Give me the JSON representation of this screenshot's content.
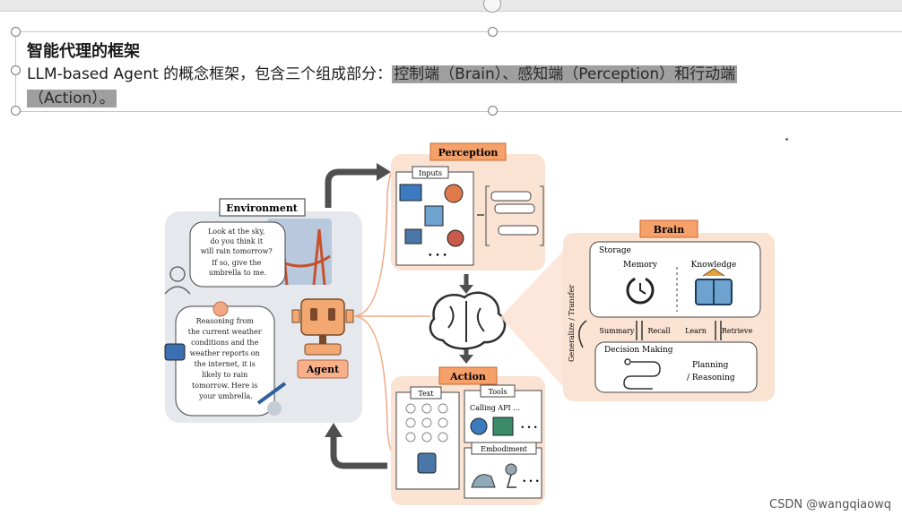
{
  "slide": {
    "title": "智能代理的框架",
    "line1_prefix": "LLM-based Agent 的概念框架，包含三个组成部分：",
    "line1_highlight": "控制端（Brain）、感知端（Perception）和行动端",
    "line2_highlight": "（Action）。"
  },
  "figure": {
    "environment_label": "Environment",
    "env_question": [
      "Look at the sky,",
      "do you think it",
      "will rain tomorrow?",
      "If so, give the",
      "umbrella to me."
    ],
    "env_answer": [
      "Reasoning from",
      "the current weather",
      "conditions and the",
      "weather reports on",
      "the internet, it is",
      "likely to rain",
      "tomorrow. Here is",
      "your umbrella."
    ],
    "agent_label": "Agent",
    "perception_label": "Perception",
    "inputs_label": "Inputs",
    "ellipsis": "• • •",
    "brain_label": "Brain",
    "storage_label": "Storage",
    "memory_label": "Memory",
    "knowledge_label": "Knowledge",
    "summary_label": "Summary",
    "recall_label": "Recall",
    "learn_label": "Learn",
    "retrieve_label": "Retrieve",
    "decision_label": "Decision Making",
    "planning_label": "Planning",
    "reasoning_label": "/ Reasoning",
    "generalize_label": "Generalize / Transfer",
    "action_label": "Action",
    "text_label": "Text",
    "tools_label": "Tools",
    "calling_api_label": "Calling API ...",
    "embodiment_label": "Embodiment"
  },
  "watermark": "CSDN @wangqiaowq",
  "colors": {
    "accent_orange": "#f6a06a",
    "panel_orange": "#fbe3d3",
    "env_gray": "#e5e8ec",
    "highlight_gray": "#9f9f9f"
  }
}
